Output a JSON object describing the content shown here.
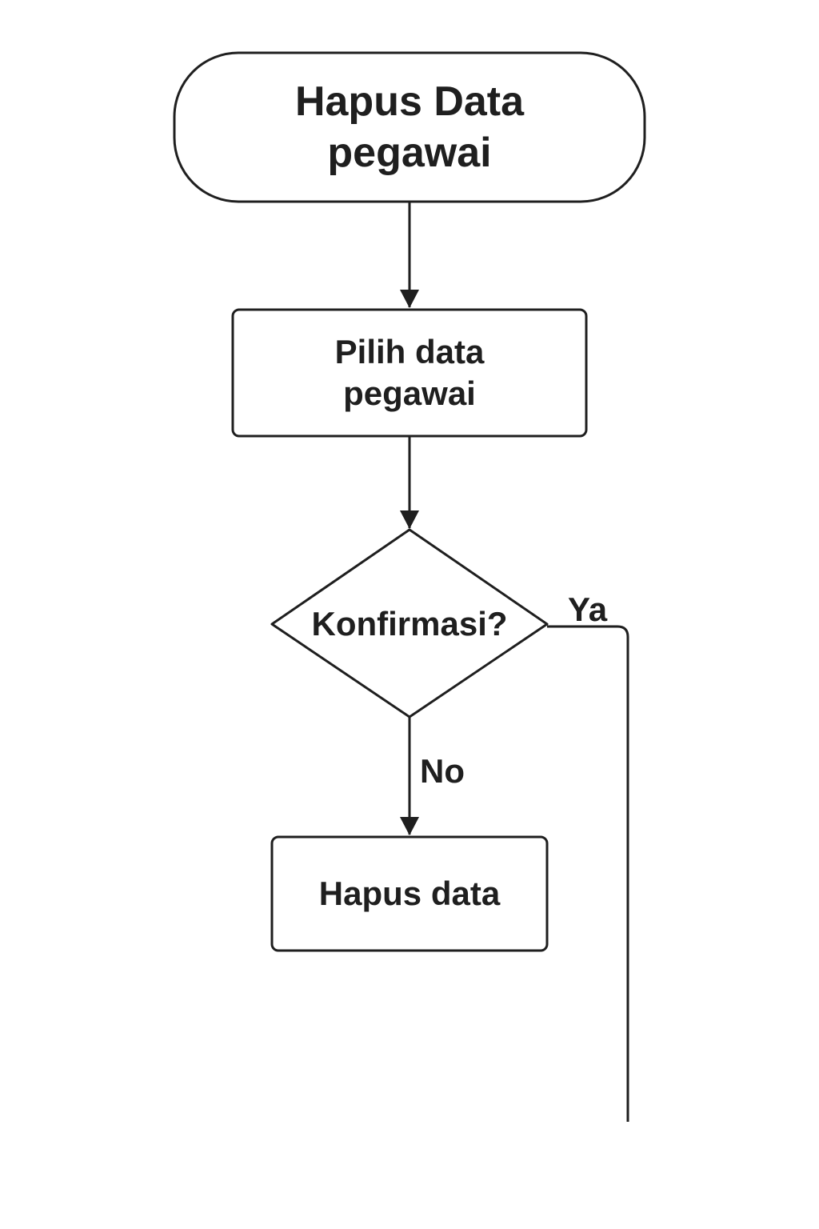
{
  "diagram": {
    "start": {
      "line1": "Hapus Data",
      "line2": "pegawai"
    },
    "select_step": {
      "line1": "Pilih data",
      "line2": "pegawai"
    },
    "decision": {
      "label": "Konfirmasi?"
    },
    "delete_step": {
      "label": "Hapus data"
    },
    "edges": {
      "yes_label": "Ya",
      "no_label": "No"
    },
    "colors": {
      "stroke": "#1f1f1f",
      "background": "#ffffff"
    }
  }
}
